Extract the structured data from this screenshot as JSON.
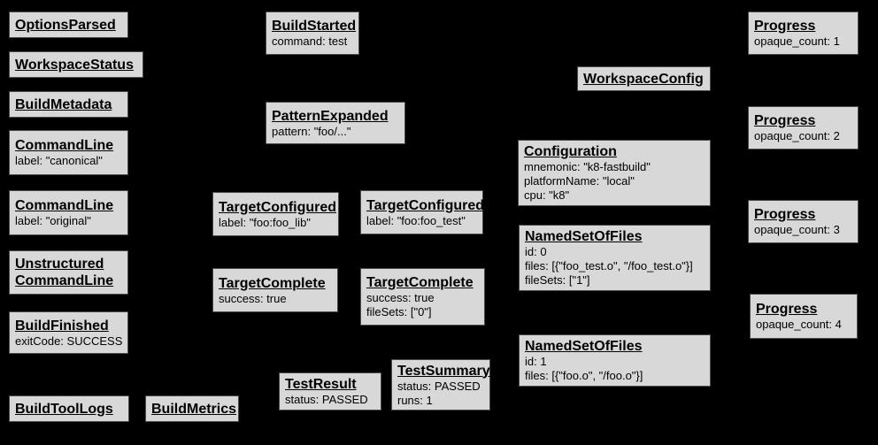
{
  "canvas": {
    "background_color": "#000000",
    "box_fill_color": "#d8d8d8",
    "box_border_color": "#4a4a4a",
    "text_color": "#000000"
  },
  "boxes": [
    {
      "name": "options-parsed",
      "title": "OptionsParsed",
      "body": ""
    },
    {
      "name": "workspace-status",
      "title": "WorkspaceStatus",
      "body": ""
    },
    {
      "name": "build-metadata",
      "title": "BuildMetadata",
      "body": ""
    },
    {
      "name": "command-line-canonical",
      "title": "CommandLine",
      "body": "label: \"canonical\""
    },
    {
      "name": "command-line-original",
      "title": "CommandLine",
      "body": "label: \"original\""
    },
    {
      "name": "unstructured-command-line",
      "title": "Unstructured\nCommandLine",
      "body": ""
    },
    {
      "name": "build-finished",
      "title": "BuildFinished",
      "body": "exitCode: SUCCESS"
    },
    {
      "name": "build-tool-logs",
      "title": "BuildToolLogs",
      "body": ""
    },
    {
      "name": "build-metrics",
      "title": "BuildMetrics",
      "body": ""
    },
    {
      "name": "build-started",
      "title": "BuildStarted",
      "body": "command: test"
    },
    {
      "name": "pattern-expanded",
      "title": "PatternExpanded",
      "body": "pattern: \"foo/...\""
    },
    {
      "name": "target-configured-foo-lib",
      "title": "TargetConfigured",
      "body": "label: \"foo:foo_lib\""
    },
    {
      "name": "target-configured-foo-test",
      "title": "TargetConfigured",
      "body": "label: \"foo:foo_test\""
    },
    {
      "name": "target-complete-lib",
      "title": "TargetComplete",
      "body": "success: true"
    },
    {
      "name": "target-complete-test",
      "title": "TargetComplete",
      "body": "success: true\nfileSets: [\"0\"]"
    },
    {
      "name": "test-result",
      "title": "TestResult",
      "body": "status: PASSED"
    },
    {
      "name": "test-summary",
      "title": "TestSummary",
      "body": "status: PASSED\nruns: 1"
    },
    {
      "name": "workspace-config",
      "title": "WorkspaceConfig",
      "body": ""
    },
    {
      "name": "configuration",
      "title": "Configuration",
      "body": "mnemonic: \"k8-fastbuild\"\nplatformName: \"local\"\ncpu: \"k8\""
    },
    {
      "name": "named-set-of-files-0",
      "title": "NamedSetOfFiles",
      "body": "id: 0\nfiles: [{\"foo_test.o\", \"/foo_test.o\"}]\nfileSets: [\"1\"]"
    },
    {
      "name": "named-set-of-files-1",
      "title": "NamedSetOfFiles",
      "body": "id: 1\nfiles: [{\"foo.o\", \"/foo.o\"}]"
    },
    {
      "name": "progress-1",
      "title": "Progress",
      "body": "opaque_count: 1"
    },
    {
      "name": "progress-2",
      "title": "Progress",
      "body": "opaque_count: 2"
    },
    {
      "name": "progress-3",
      "title": "Progress",
      "body": "opaque_count: 3"
    },
    {
      "name": "progress-4",
      "title": "Progress",
      "body": "opaque_count: 4"
    }
  ]
}
